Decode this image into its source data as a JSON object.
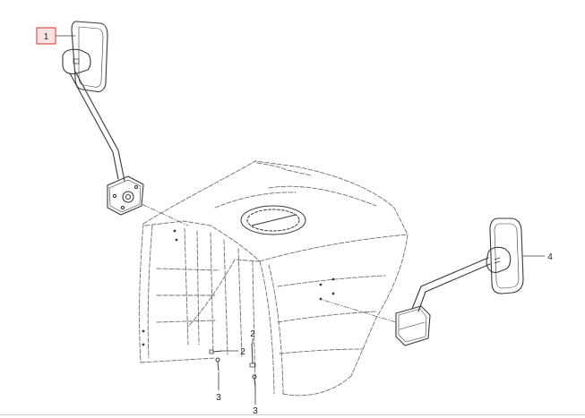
{
  "diagram": {
    "callouts": [
      {
        "id": "c1",
        "label": "1",
        "highlighted": true
      },
      {
        "id": "c2a",
        "label": "2"
      },
      {
        "id": "c2b",
        "label": "2"
      },
      {
        "id": "c3a",
        "label": "3"
      },
      {
        "id": "c3b",
        "label": "3"
      },
      {
        "id": "c4",
        "label": "4"
      }
    ],
    "colors": {
      "line": "#3a3a3a",
      "dash": "#6e6e6e",
      "highlight_fill": "#fbe3e3",
      "highlight_border": "#d9534f"
    }
  }
}
